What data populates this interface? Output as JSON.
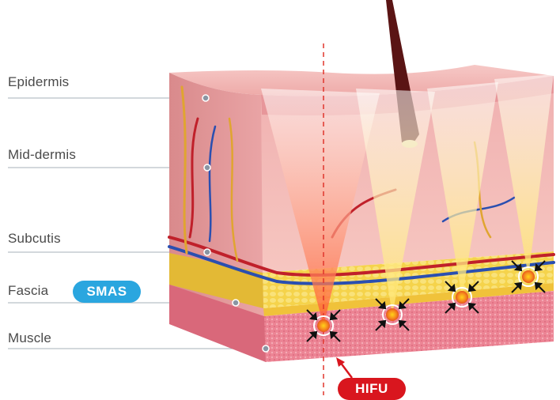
{
  "layers": [
    {
      "id": "epidermis",
      "label": "Epidermis"
    },
    {
      "id": "mid-dermis",
      "label": "Mid-dermis"
    },
    {
      "id": "subcutis",
      "label": "Subcutis"
    },
    {
      "id": "fascia",
      "label": "Fascia"
    },
    {
      "id": "muscle",
      "label": "Muscle"
    }
  ],
  "badges": {
    "smas": "SMAS",
    "hifu": "HIFU"
  },
  "colors": {
    "smas_badge": "#2aa6df",
    "hifu_badge": "#d9161e",
    "skin": "#f2b7b5",
    "fat": "#f3d24a",
    "muscle": "#e86f80",
    "focal_point": "#f7941d"
  },
  "icons": [
    "ultrasound-transducer-icon",
    "focal-point-icon",
    "arrow-icon"
  ]
}
